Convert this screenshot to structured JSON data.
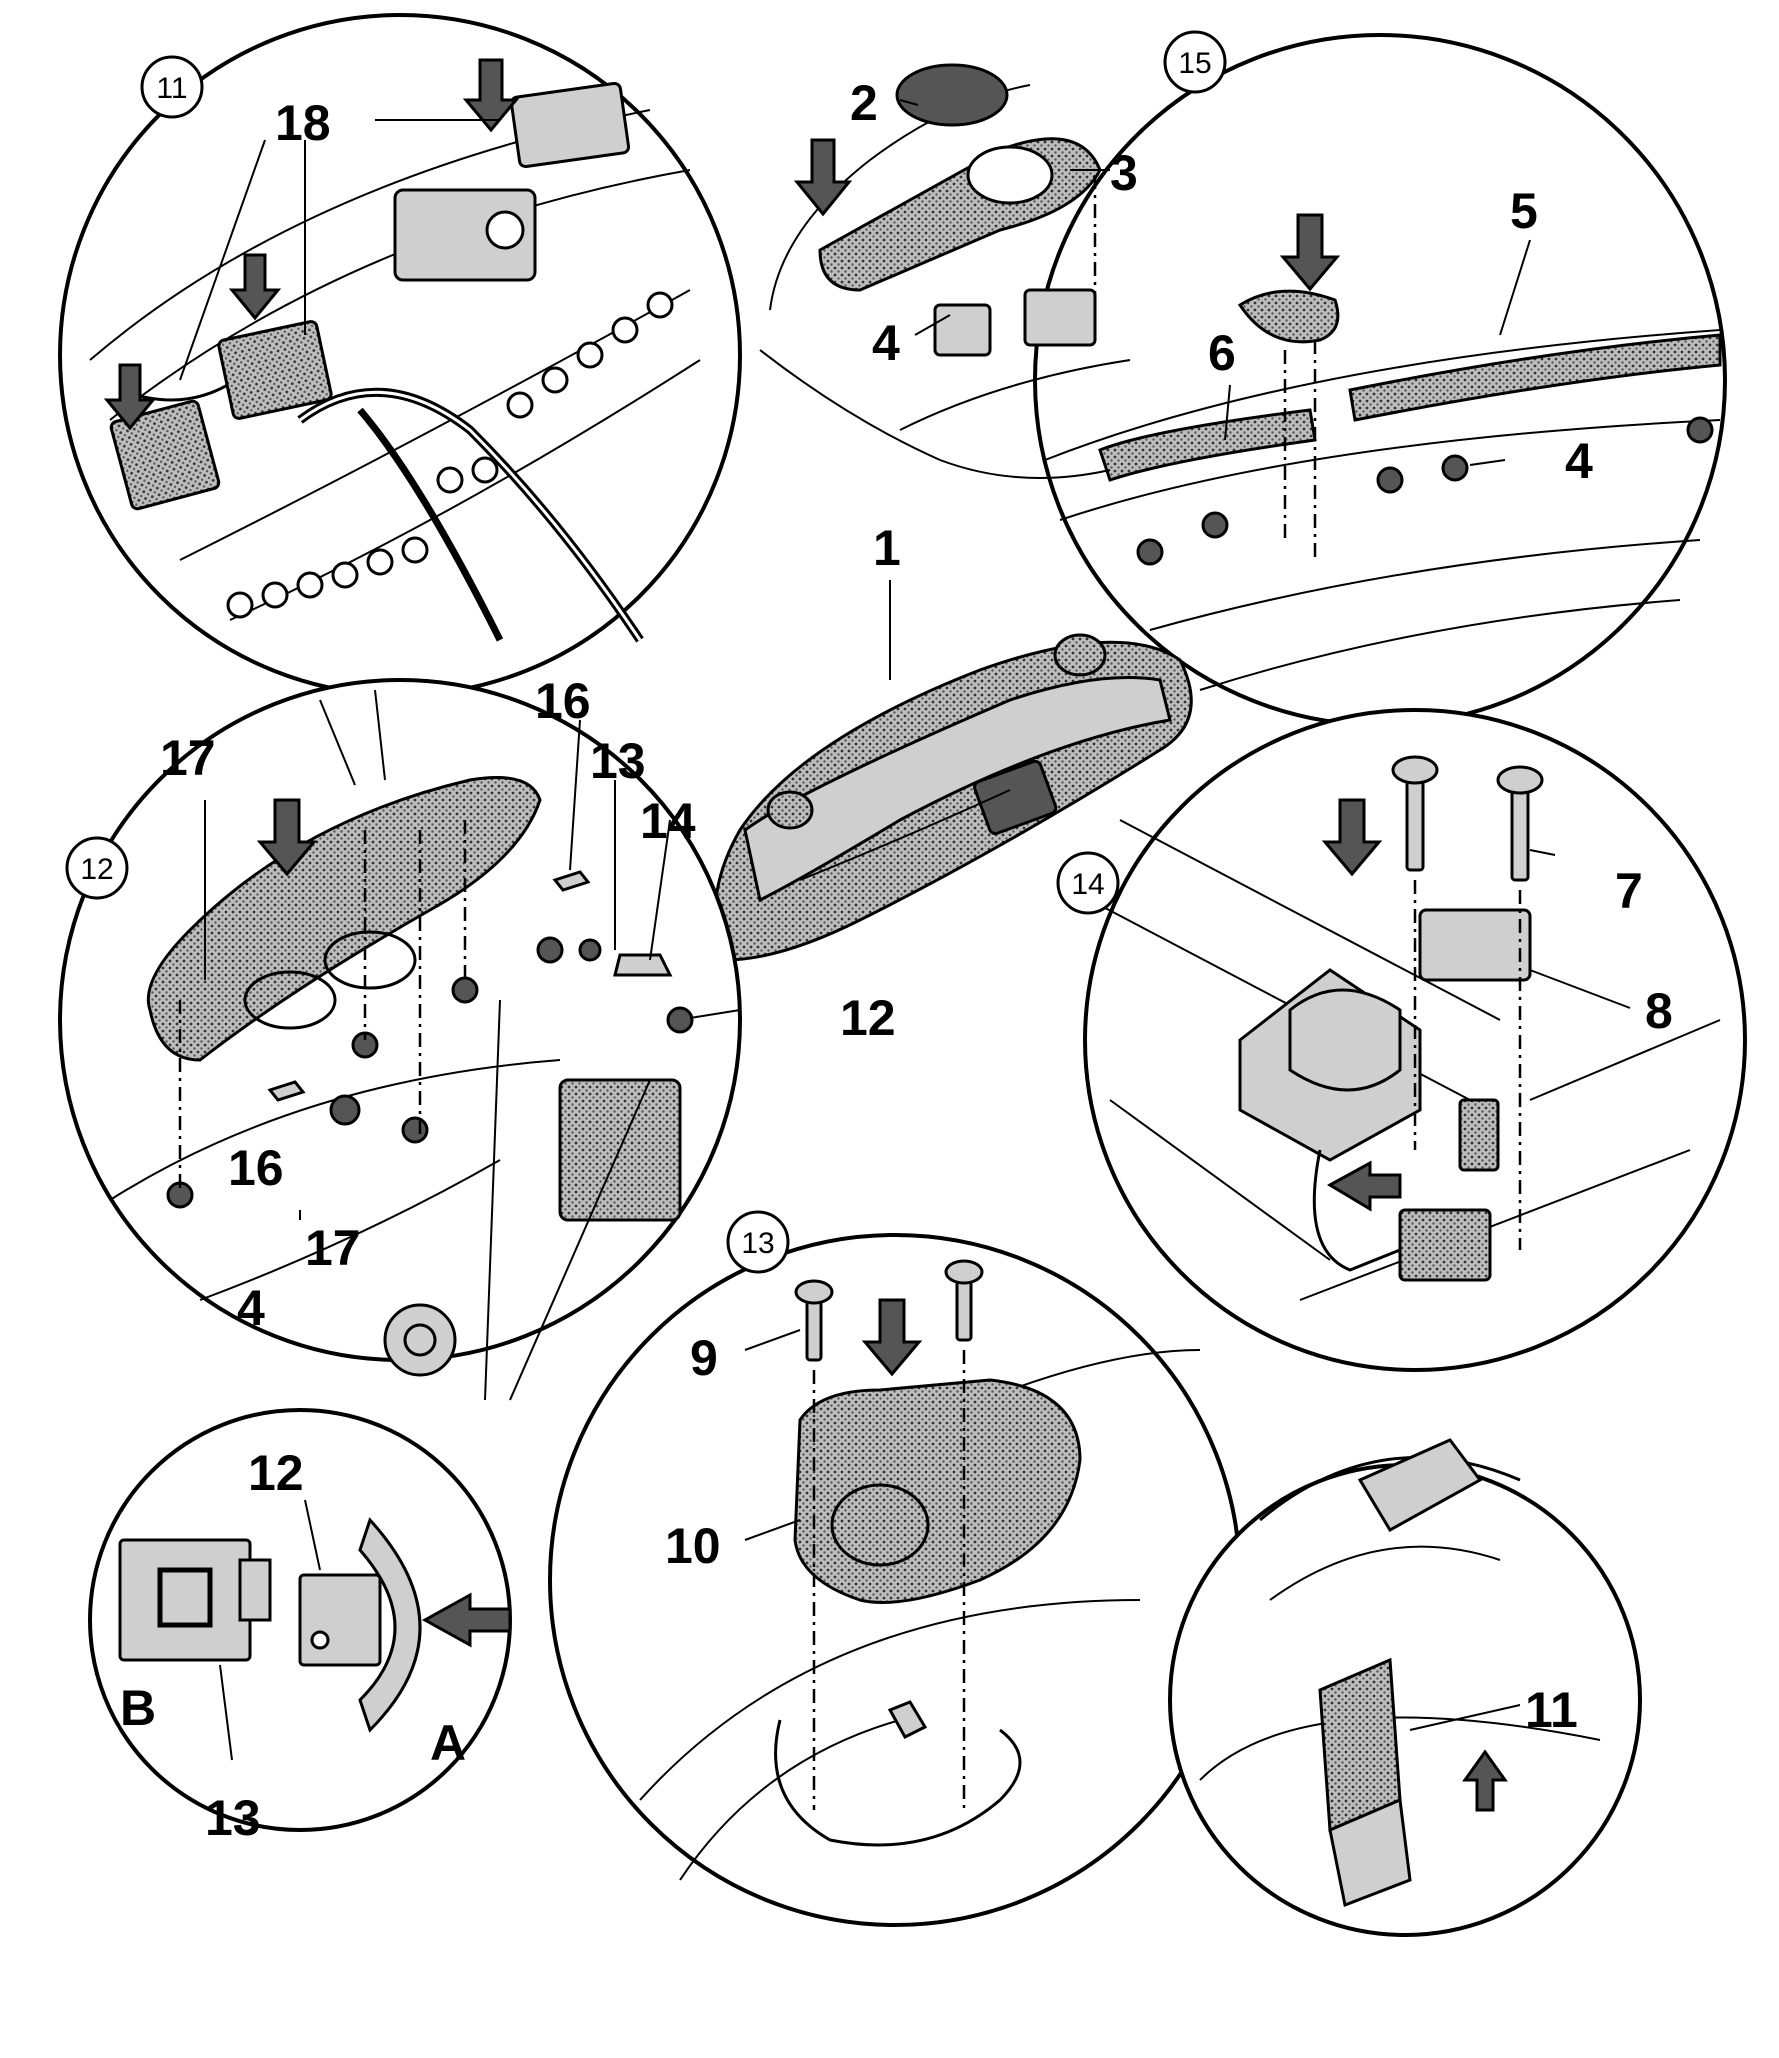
{
  "detail_markers": {
    "d11": "11",
    "d12": "12",
    "d13": "13",
    "d14": "14",
    "d15": "15"
  },
  "callouts": {
    "c1": "1",
    "c2": "2",
    "c3": "3",
    "c4a": "4",
    "c4b": "4",
    "c4c": "4",
    "c5": "5",
    "c6": "6",
    "c7": "7",
    "c8": "8",
    "c9": "9",
    "c10": "10",
    "c11": "11",
    "c12a": "12",
    "c12b": "12",
    "c13a": "13",
    "c13b": "13",
    "c14": "14",
    "c16a": "16",
    "c16b": "16",
    "c17a": "17",
    "c17b": "17",
    "c18": "18",
    "cA": "A",
    "cB": "B"
  }
}
